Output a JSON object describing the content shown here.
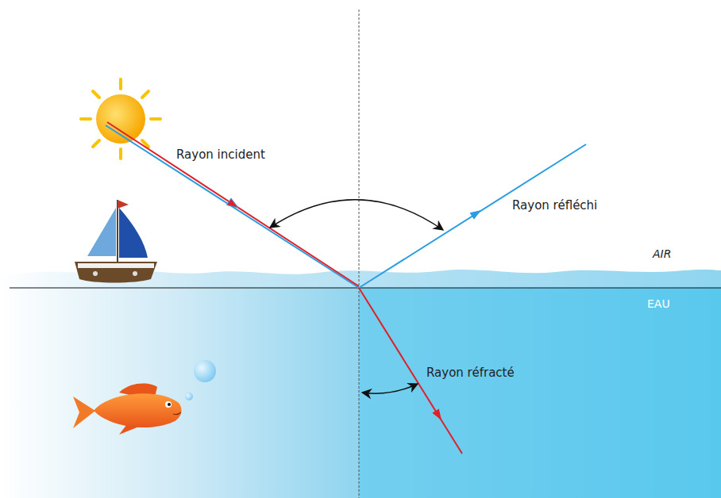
{
  "diagram": {
    "labels": [
      "Rayon incident",
      "Rayon réfléchi",
      "AIR",
      "EAU",
      "Rayon réfracté"
    ]
  }
}
